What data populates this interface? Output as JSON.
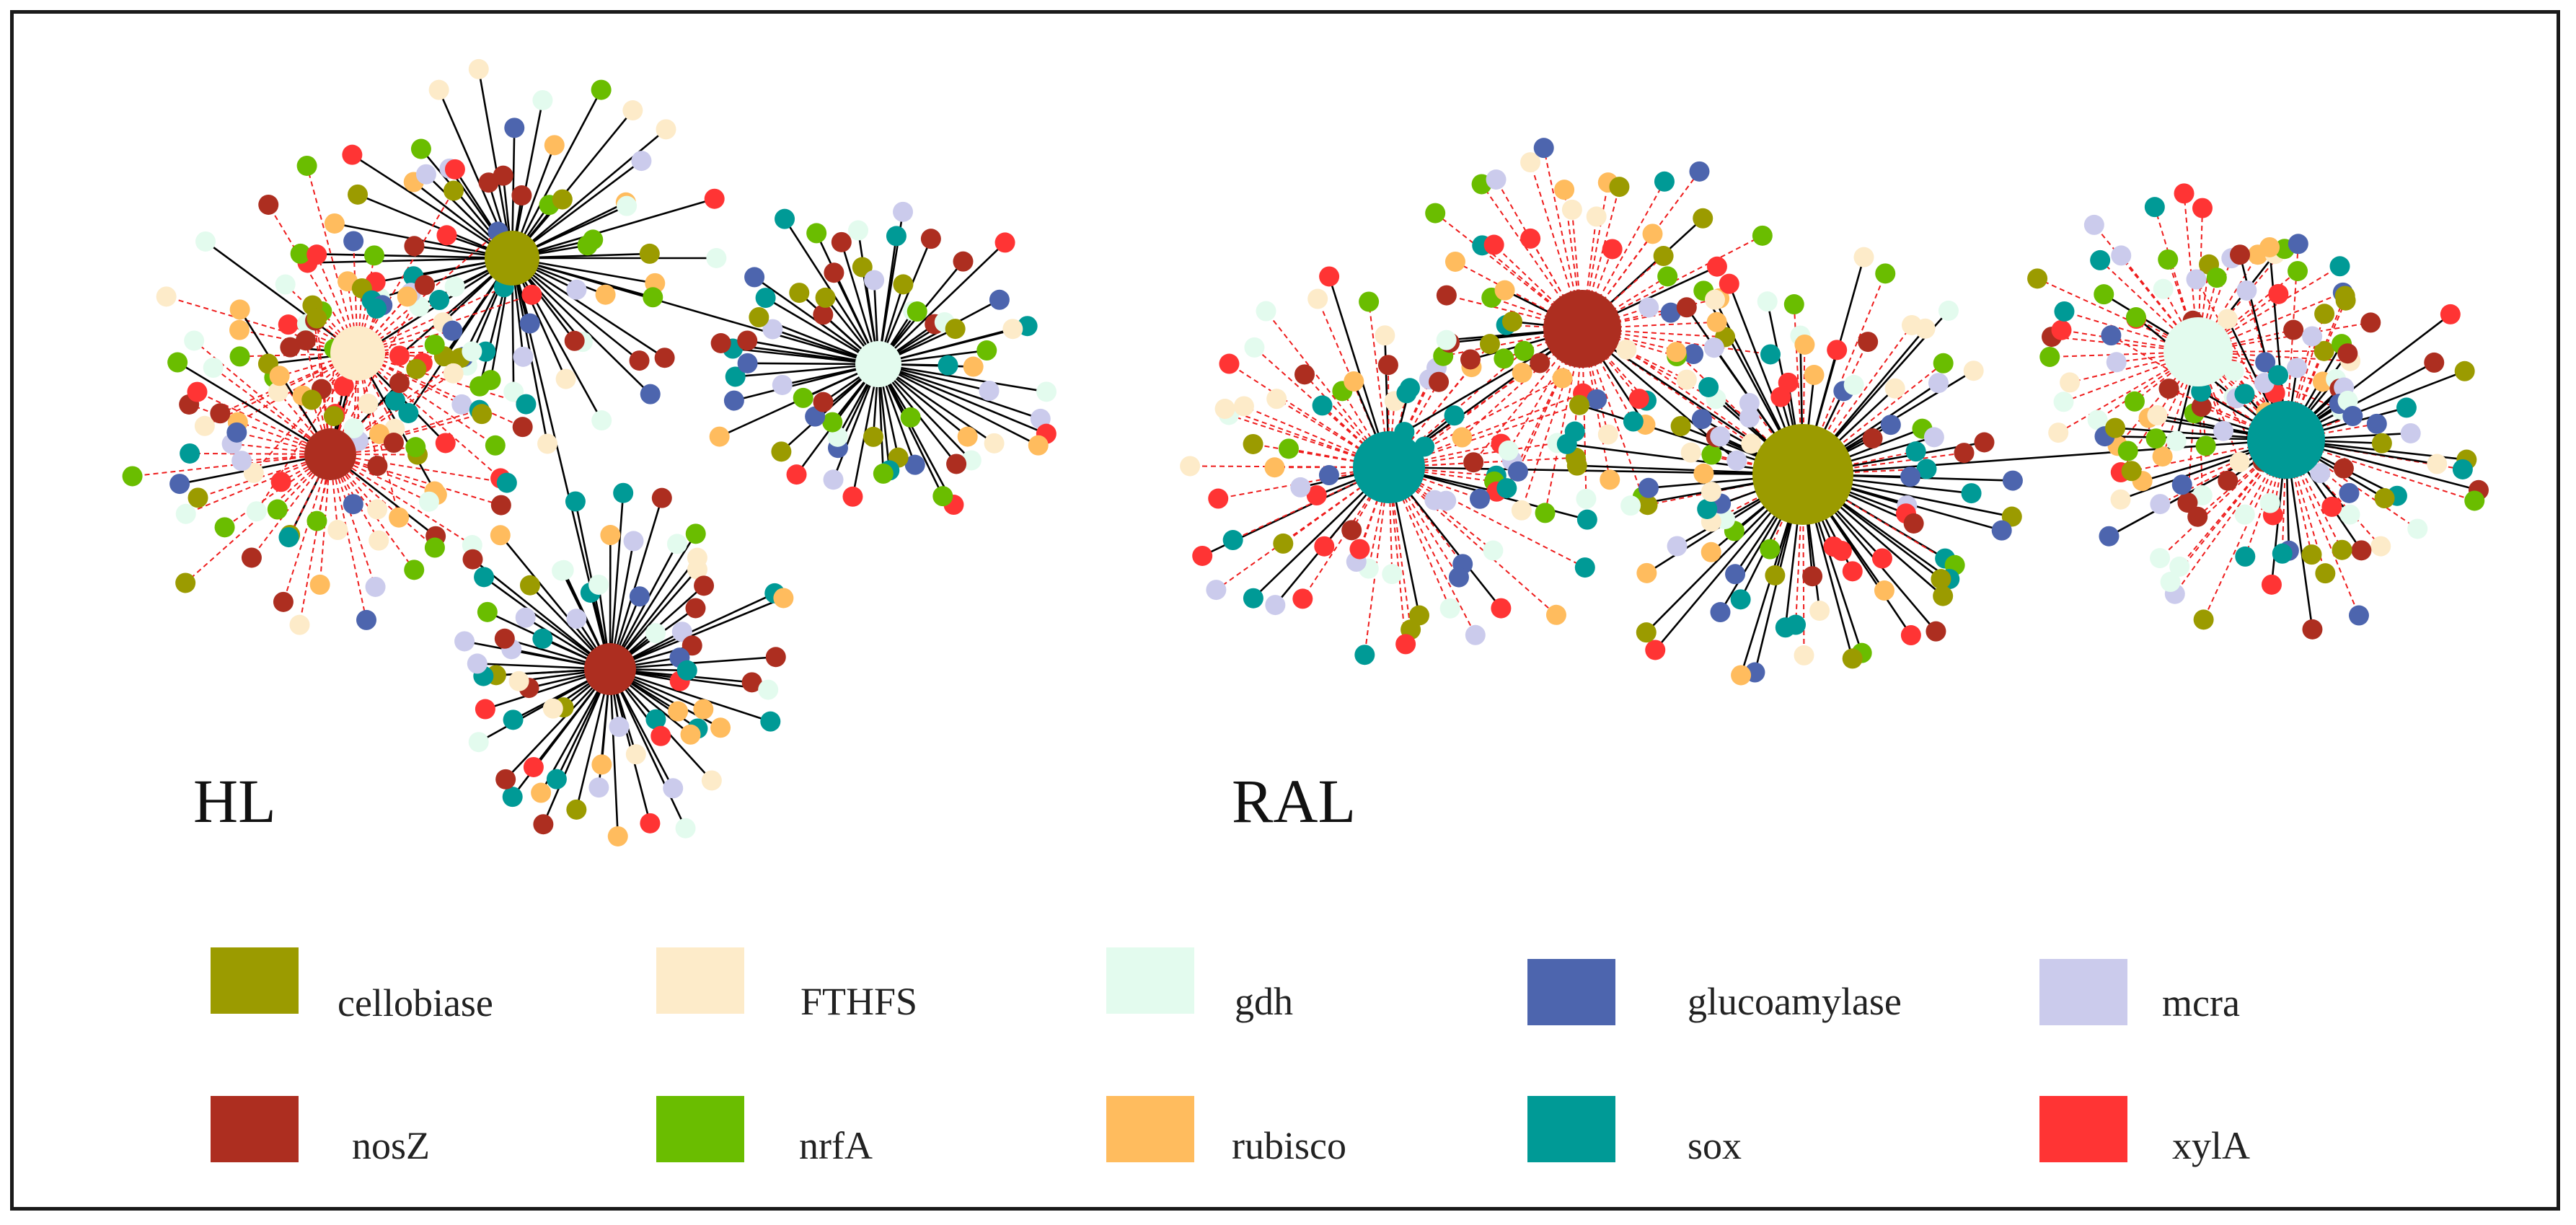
{
  "networks": [
    {
      "label": "HL"
    },
    {
      "label": "RAL"
    }
  ],
  "legend": [
    {
      "name": "cellobiase",
      "color": "#9b9b00"
    },
    {
      "name": "FTHFS",
      "color": "#fdebc9"
    },
    {
      "name": "gdh",
      "color": "#e3fbee"
    },
    {
      "name": "glucoamylase",
      "color": "#4d65ae"
    },
    {
      "name": "mcra",
      "color": "#cbcbec"
    },
    {
      "name": "nosZ",
      "color": "#ad2e20"
    },
    {
      "name": "nrfA",
      "color": "#6abd00"
    },
    {
      "name": "rubisco",
      "color": "#ffbc5e"
    },
    {
      "name": "sox",
      "color": "#009a96"
    },
    {
      "name": "xylA",
      "color": "#ff3434"
    }
  ],
  "edge_colors": {
    "solid": "#000000",
    "dashed": "#ee1c1c"
  }
}
